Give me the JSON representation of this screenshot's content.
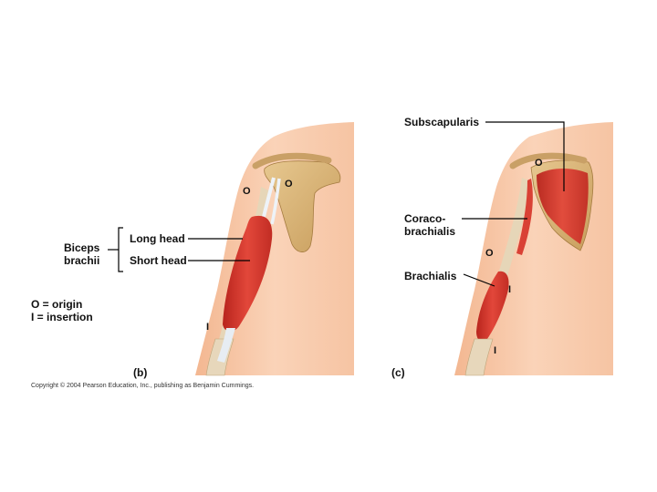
{
  "panel_b": {
    "label": "(b)",
    "muscle_group": [
      "Biceps",
      "brachii"
    ],
    "heads": [
      "Long head",
      "Short head"
    ],
    "origin_marks": [
      "O",
      "O"
    ],
    "insertion_mark": "I"
  },
  "panel_c": {
    "label": "(c)",
    "subscapularis": "Subscapularis",
    "coracobrachialis": [
      "Coraco-",
      "brachialis"
    ],
    "brachialis": "Brachialis",
    "marks": {
      "o_top": "O",
      "o_mid": "O",
      "i_mid": "I",
      "i_low": "I"
    }
  },
  "legend": {
    "origin": "O   = origin",
    "insertion": "I    = insertion"
  },
  "copyright": "Copyright © 2004 Pearson Education, Inc., publishing as Benjamin Cummings.",
  "colors": {
    "skin": "#f7c9a8",
    "skin_dark": "#f0b48e",
    "bone": "#d9b57a",
    "muscle": "#d43a2f",
    "tendon": "#e8eef4"
  }
}
